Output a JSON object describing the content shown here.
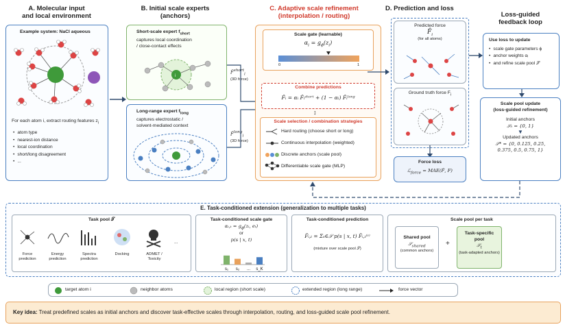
{
  "headings": {
    "A": "A. Molecular input",
    "A2": "and local environment",
    "B": "B. Initial scale experts",
    "B2": "(anchors)",
    "C": "C. Adaptive scale refinement",
    "C2": "(interpolation / routing)",
    "D": "D. Prediction and loss",
    "F": "Loss-guided",
    "F2": "feedback loop"
  },
  "panelA": {
    "example": "Example system: NaCl aqueous",
    "extract": "For each atom i, extract routing features z",
    "extract_sub": "i",
    "features": [
      "atom type",
      "nearest-ion distance",
      "local coordination",
      "short/long disagreement",
      "..."
    ]
  },
  "panelB": {
    "short_title": "Short-scale expert f",
    "short_sub": "short",
    "short_desc1": "captures local coordination",
    "short_desc2": "/ close-contact effects",
    "long_title": "Long-range expert f",
    "long_sub": "long",
    "long_desc1": "captures electrostatic /",
    "long_desc2": "solvent-mediated context",
    "short_out": "F̂",
    "short_out_sup": "short",
    "short_out_sub": "i",
    "short_out_note": "(3D force)",
    "long_out": "F̂",
    "long_out_sup": "long",
    "long_out_sub": "i",
    "long_out_note": "(3D force)",
    "atom_label": "i"
  },
  "panelC": {
    "gate_title": "Scale gate (learnable)",
    "gate_eq": "α",
    "gate_eq_sub": "i",
    "gate_eq_rest": " = g",
    "gate_eq_phi": "ϕ",
    "gate_eq_tail": "(z",
    "gate_eq_tail_sub": "i",
    "gate_eq_end": ")",
    "gate_min": "0",
    "gate_max": "1",
    "gate_value": 0.62,
    "combine_title": "Combine predictions",
    "combine_eq": "F̂ᵢ = αᵢ F̂ᵢˢʰᵒʳᵗ + (1 − αᵢ) F̂ᵢˡᵒⁿᵍ",
    "strategies_title": "Scale selection / combination strategies",
    "strategies": [
      "Hard routing (choose short or long)",
      "Continuous interpolation (weighted)",
      "Discrete anchors (scale pool)",
      "Differentiable scale gate (MLP)"
    ],
    "arrows": "↕"
  },
  "panelD": {
    "pred_title": "Predicted force",
    "pred_sym": "F̂",
    "pred_sub": "i",
    "pred_note": "(for all atoms)",
    "gt_title": "Ground truth force F",
    "gt_sub": "i",
    "loss_title": "Force loss",
    "loss_eq": "ℒ",
    "loss_sub": "force",
    "loss_rest": " = MAE(F̂, F)"
  },
  "panelF": {
    "use_title": "Use loss to update",
    "use_items": [
      "scale gate parameters ϕ",
      "anchor weights αᵢ",
      "and refine scale pool 𝒮"
    ],
    "pool_title": "Scale pool update",
    "pool_title2": "(loss-guided refinement)",
    "initial_label": "Initial anchors",
    "initial_val": "𝒮₀ = {0, 1}",
    "updated_label": "Updated anchors",
    "updated_val1": "𝒮* = {0, 0.125, 0.25,",
    "updated_val2": "0.375, 0.5, 0.75, 1}"
  },
  "panelE": {
    "title": "E. Task-conditioned extension (generalization to multiple tasks)",
    "task_pool_title": "Task pool 𝒯",
    "tasks": [
      "Force prediction",
      "Energy prediction",
      "Spectra prediction",
      "Docking",
      "ADMET / Toxicity",
      "..."
    ],
    "tc_gate_title": "Task-conditioned scale gate",
    "tc_gate_eq": "αᵢ,ₜ = g",
    "tc_gate_phi": "ϕ",
    "tc_gate_end": "(zᵢ, eₜ)",
    "or": "or",
    "tc_prob": "p(s | x, t)",
    "bar_labels": [
      "s₁",
      "s₂",
      "...",
      "s_K"
    ],
    "bar_values": [
      0.55,
      0.35,
      0.12,
      0.45
    ],
    "tc_pred_title": "Task-conditioned prediction",
    "tc_pred_eq": "F̂ᵢ,ₜ = Σₛ∈𝒮 p(s | x, t) F̂ᵢ,ₜ⁽ˢ⁾",
    "tc_pred_note": "(mixture over scale pool 𝒮)",
    "pool_task_title": "Scale pool per task",
    "shared_title": "Shared pool",
    "shared_sym": "𝒮",
    "shared_sub": "shared",
    "shared_note": "(common anchors)",
    "plus": "+",
    "specific_title": "Task-specific",
    "specific_title2": "pool",
    "specific_sym": "𝒮",
    "specific_sub": "t",
    "specific_note": "(task-adapted anchors)"
  },
  "legend": {
    "items": [
      "target atom i",
      "neighbor atoms",
      "local region (short scale)",
      "extended region (long range)",
      "force vector"
    ]
  },
  "keyidea": {
    "label": "Key idea:",
    "text": "Treat predefined scales as initial anchors and discover task-effective scales through interpolation, routing, and loss-guided scale pool refinement."
  },
  "colors": {
    "blue": "#4a7fc1",
    "green": "#7fb36b",
    "orange": "#e8a15c",
    "red": "#d0392b",
    "keyidea_bg": "#fcebd2"
  }
}
